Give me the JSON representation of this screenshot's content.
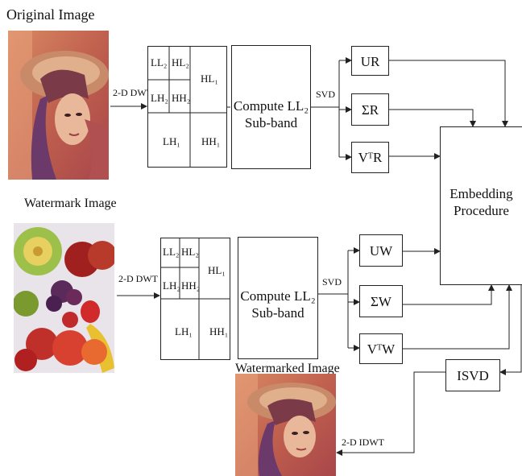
{
  "titles": {
    "original": "Original Image",
    "watermark": "Watermark Image",
    "watermarked": "Watermarked Image"
  },
  "labels": {
    "dwt_top": "2-D DWT",
    "dwt_bottom": "2-D DWT",
    "svd_top": "SVD",
    "svd_bottom": "SVD",
    "idwt": "2-D IDWT"
  },
  "blocks": {
    "compute_top": [
      "Compute LL₂",
      "Sub-band"
    ],
    "compute_bottom": [
      "Compute LL₂",
      "Sub-band"
    ],
    "embedding": [
      "Embedding",
      "Procedure"
    ],
    "isvd": "ISVD",
    "ur": "UR",
    "sr": "ΣR",
    "vr": "VᵀR",
    "uw": "UW",
    "sw": "ΣW",
    "vw": "VᵀW"
  },
  "subbands": {
    "ll2": "LL₂",
    "hl2": "HL₂",
    "lh2": "LH₂",
    "hh2": "HH₂",
    "hl1": "HL₁",
    "lh1": "LH₁",
    "hh1": "HH₁"
  }
}
